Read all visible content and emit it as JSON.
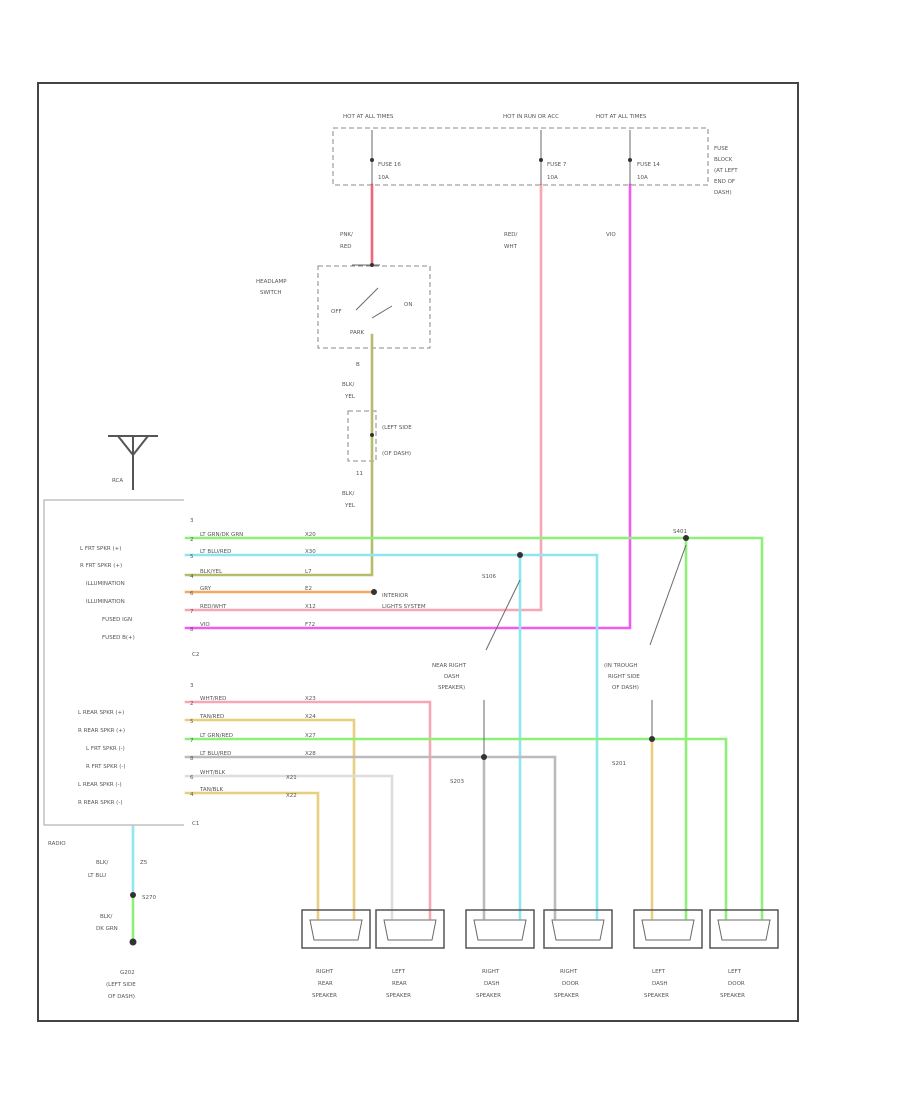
{
  "power": {
    "hot_at_all_1": "HOT AT ALL TIMES",
    "hot_in_run": "HOT IN RUN OR ACC",
    "hot_at_all_2": "HOT AT ALL TIMES",
    "fuse_16": "FUSE 16",
    "fuse_16_amp": "10A",
    "fuse_7": "FUSE 7",
    "fuse_7_amp": "10A",
    "fuse_14": "FUSE 14",
    "fuse_14_amp": "10A",
    "fuse_block_1": "FUSE",
    "fuse_block_2": "BLOCK",
    "fuse_block_3": "(AT LEFT",
    "fuse_block_4": "END OF",
    "fuse_block_5": "DASH)",
    "wire_pnk_red_1": "PNK/",
    "wire_pnk_red_2": "RED",
    "wire_red_wht_1": "RED/",
    "wire_red_wht_2": "WHT",
    "wire_vio": "VIO"
  },
  "switch": {
    "name_1": "HEADLAMP",
    "name_2": "SWITCH",
    "off": "OFF",
    "on": "ON",
    "park": "PARK",
    "pin_b": "B",
    "pin_11": "11",
    "wire_blk_yel_1a": "BLK/",
    "wire_blk_yel_1b": "YEL",
    "wire_blk_yel_2a": "BLK/",
    "wire_blk_yel_2b": "YEL",
    "conn_1": "(LEFT SIDE",
    "conn_2": "(OF DASH)"
  },
  "antenna": {
    "label": "RCA"
  },
  "radio": {
    "label": "RADIO",
    "c2": "C2",
    "c1": "C1",
    "c2_names": [
      "L FRT SPKR (+)",
      "R FRT SPKR (+)",
      "ILLUMINATION",
      "ILLUMINATION",
      "FUSED IGN",
      "FUSED B(+)"
    ],
    "c2_pins": [
      "3",
      "2",
      "5",
      "4",
      "6",
      "7",
      "8"
    ],
    "c2_wires": [
      "LT GRN/DK GRN",
      "LT BLU/RED",
      "BLK/YEL",
      "GRY",
      "RED/WHT",
      "VIO"
    ],
    "c2_circuits": [
      "X20",
      "X30",
      "L7",
      "E2",
      "X12",
      "F72"
    ],
    "c1_names": [
      "L REAR SPKR (+)",
      "R REAR SPKR (+)",
      "L FRT SPKR (-)",
      "R FRT SPKR (-)",
      "L REAR SPKR (-)",
      "R REAR SPKR (-)"
    ],
    "c1_pins": [
      "3",
      "2",
      "5",
      "7",
      "8",
      "6",
      "4"
    ],
    "c1_wires": [
      "WHT/RED",
      "TAN/RED",
      "LT GRN/RED",
      "LT BLU/RED",
      "WHT/BLK",
      "TAN/BLK"
    ],
    "c1_circuits": [
      "X23",
      "X24",
      "X27",
      "X28",
      "X21",
      "X22"
    ]
  },
  "illum": {
    "line_1": "INTERIOR",
    "line_2": "LIGHTS SYSTEM"
  },
  "splices": {
    "s106": "S106",
    "s201": "S201",
    "s203": "S203",
    "s401": "S401",
    "rear_dash_1": "NEAR RIGHT",
    "rear_dash_2": "DASH",
    "rear_dash_3": "SPEAKER)",
    "trough_1": "(IN TROUGH",
    "trough_2": "RIGHT SIDE",
    "trough_3": "OF DASH)"
  },
  "ground": {
    "wire_1a": "BLK/",
    "wire_1b": "LT BLU",
    "wire_1c": "Z5",
    "splice": "S270",
    "wire_2a": "BLK/",
    "wire_2b": "DK GRN",
    "name": "G202",
    "loc_1": "(LEFT SIDE",
    "loc_2": "OF DASH)"
  },
  "speakers": [
    {
      "line1": "RIGHT",
      "line2": "REAR",
      "line3": "SPEAKER"
    },
    {
      "line1": "LEFT",
      "line2": "REAR",
      "line3": "SPEAKER"
    },
    {
      "line1": "RIGHT",
      "line2": "DASH",
      "line3": "SPEAKER"
    },
    {
      "line1": "RIGHT",
      "line2": "DOOR",
      "line3": "SPEAKER"
    },
    {
      "line1": "LEFT",
      "line2": "DASH",
      "line3": "SPEAKER"
    },
    {
      "line1": "LEFT",
      "line2": "DOOR",
      "line3": "SPEAKER"
    }
  ],
  "colors": {
    "pink_red": "#f0647f",
    "pink": "#f7a6b4",
    "magenta": "#f35af0",
    "olive": "#b5bd6a",
    "green": "#8ef078",
    "cyan": "#8ee6f1",
    "tan": "#e8cf7f",
    "orange": "#f5a860",
    "gray": "#bbbbbb"
  }
}
